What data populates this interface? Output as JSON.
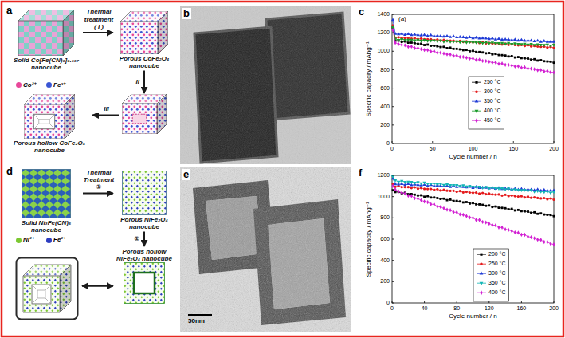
{
  "diagram": {
    "nodes": [
      {
        "text": [
          "Solid Co[Fe(CN)₆]₀.₆₆₇ nanocube"
        ]
      },
      {
        "text": [
          "Porous CoFe₂O₄ nanocube"
        ]
      },
      {
        "text": []
      },
      {
        "text": [
          "Porous hollow CoFe₂O₄ nanocube"
        ]
      },
      {
        "text": [
          "Solid Ni₃Fe(CN)₆ nanocube"
        ]
      },
      {
        "text": [
          "Porous NiFe₂O₄ nanocube"
        ]
      },
      {
        "text": [
          "Porous hollow NiFe₂O₄ nanocube"
        ]
      },
      {
        "text": []
      }
    ],
    "edges": [
      {
        "from": 0,
        "to": 1,
        "label": "Thermal treatment ( I )",
        "arrow": "to"
      },
      {
        "from": 1,
        "to": 2,
        "label": "II",
        "arrow": "to"
      },
      {
        "from": 2,
        "to": 3,
        "label": "III",
        "arrow": "to"
      },
      {
        "from": 4,
        "to": 5,
        "label": "Thermal Treatment ①",
        "arrow": "to"
      },
      {
        "from": 5,
        "to": 6,
        "label": "②",
        "arrow": "to"
      },
      {
        "from": 6,
        "to": 7,
        "arrow": "both"
      }
    ],
    "labels": [
      "a",
      "b",
      "c",
      "(a)",
      "Specific capacity / mAhg⁻¹",
      "Cycle number / n",
      "0",
      "200",
      "400",
      "600",
      "800",
      "1000",
      "1200",
      "1400",
      "0",
      "50",
      "100",
      "150",
      "200",
      "d",
      "e",
      "50nm",
      "f",
      "Specific capacity / mAhg⁻¹",
      "Cycle number / n",
      "0",
      "200",
      "400",
      "600",
      "800",
      "1000",
      "1200",
      "0",
      "40",
      "80",
      "120",
      "160",
      "200"
    ],
    "legend": [
      {
        "text": "Co²⁺",
        "color": "#e8489a"
      },
      {
        "text": "Fe³⁺",
        "color": "#3a56d4"
      },
      {
        "text": "250 °C"
      },
      {
        "text": "300 °C"
      },
      {
        "text": "350 °C"
      },
      {
        "text": "400 °C"
      },
      {
        "text": "450 °C"
      },
      {
        "text": "Ni²⁺",
        "color": "#7cc832"
      },
      {
        "text": "Fe²⁺",
        "color": "#2c3cc0"
      },
      {
        "text": "200 °C"
      },
      {
        "text": "250 °C"
      },
      {
        "text": "300 °C"
      },
      {
        "text": "350 °C"
      },
      {
        "text": "400 °C"
      }
    ]
  }
}
